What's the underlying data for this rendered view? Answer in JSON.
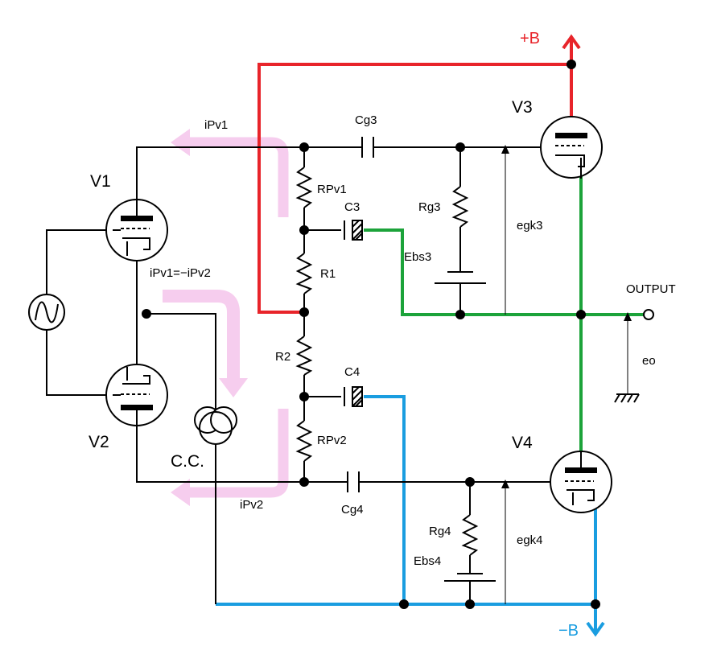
{
  "diagram": {
    "rails": {
      "plus_b": "+B",
      "minus_b": "−B"
    },
    "tubes": {
      "v1": "V1",
      "v2": "V2",
      "v3": "V3",
      "v4": "V4"
    },
    "current_source": "C.C.",
    "currents": {
      "ipv1": "iPv1",
      "ipv2": "iPv2",
      "relation": "iPv1=−iPv2"
    },
    "components": {
      "cg3": "Cg3",
      "cg4": "Cg4",
      "rpv1": "RPv1",
      "rpv2": "RPv2",
      "r1": "R1",
      "r2": "R2",
      "c3": "C3",
      "c4": "C4",
      "rg3": "Rg3",
      "rg4": "Rg4",
      "ebs3": "Ebs3",
      "ebs4": "Ebs4"
    },
    "voltages": {
      "egk3": "egk3",
      "egk4": "egk4",
      "eo": "eo"
    },
    "output": "OUTPUT",
    "colors": {
      "plus_rail": "#e8242a",
      "minus_rail": "#1a9de0",
      "output_rail": "#1ca33a",
      "current_flow": "#f5c8ec"
    }
  }
}
